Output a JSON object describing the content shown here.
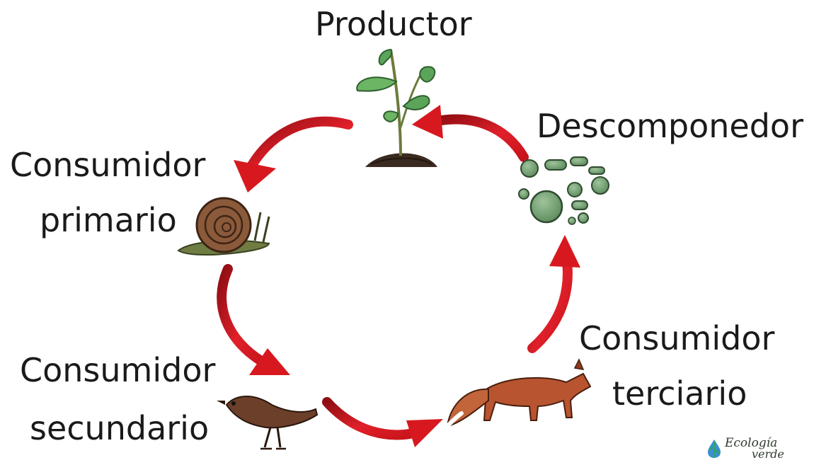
{
  "labels": {
    "productor": "Productor",
    "descomponedor": "Descomponedor",
    "consumidor_primario_line1": "Consumidor",
    "consumidor_primario_line2": "primario",
    "consumidor_secundario_line1": "Consumidor",
    "consumidor_secundario_line2": "secundario",
    "consumidor_terciario_line1": "Consumidor",
    "consumidor_terciario_line2": "terciario"
  },
  "logo": {
    "line1": "Ecología",
    "line2": "verde"
  },
  "colors": {
    "arrow": "#d7191f",
    "arrow_dark": "#8f0d12",
    "leaf": "#5aa55a",
    "soil": "#3b2a1f",
    "snail_shell": "#8a5a3a",
    "snail_body": "#6f7d43",
    "bird": "#6b3f2a",
    "fox": "#b8542f",
    "microbe": "#6f9a6f"
  },
  "icons": [
    "plant-icon",
    "snail-icon",
    "bird-icon",
    "fox-icon",
    "microbes-icon",
    "drop-icon"
  ]
}
